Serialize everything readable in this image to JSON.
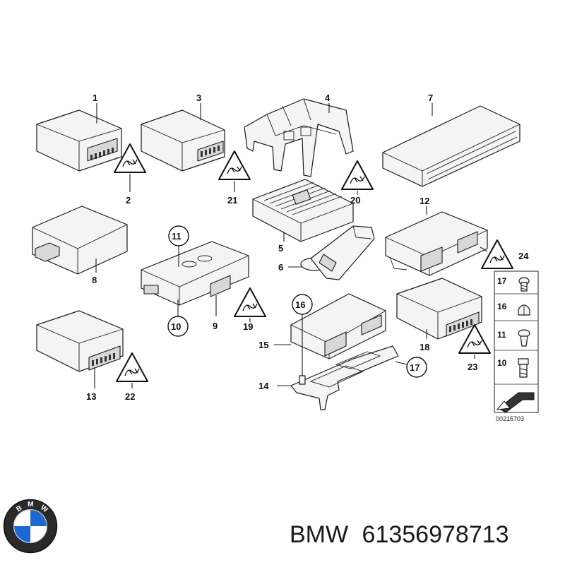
{
  "labels": {
    "p1": "1",
    "p2": "2",
    "p3": "3",
    "p4": "4",
    "p5": "5",
    "p6": "6",
    "p7": "7",
    "p8": "8",
    "p9": "9",
    "p10": "10",
    "p11": "11",
    "p12": "12",
    "p13": "13",
    "p14": "14",
    "p15": "15",
    "p16": "16",
    "p17": "17",
    "p18": "18",
    "p19": "19",
    "p20": "20",
    "p21": "21",
    "p22": "22",
    "p23": "23",
    "p24": "24"
  },
  "legend": {
    "items": [
      "17",
      "16",
      "11",
      "10"
    ]
  },
  "diagram_number": "00215703",
  "brand": {
    "name": "BMW",
    "part_number": "61356978713"
  },
  "colors": {
    "logo_blue": "#1c69d4",
    "logo_ring": "#111111",
    "line": "#1a1a1a"
  },
  "icons": [
    "esd-warning-triangle-icon",
    "bmw-roundel-icon",
    "screw-icon",
    "cap-nut-icon",
    "expanding-rivet-icon",
    "hex-bolt-icon",
    "arrow-icon"
  ]
}
